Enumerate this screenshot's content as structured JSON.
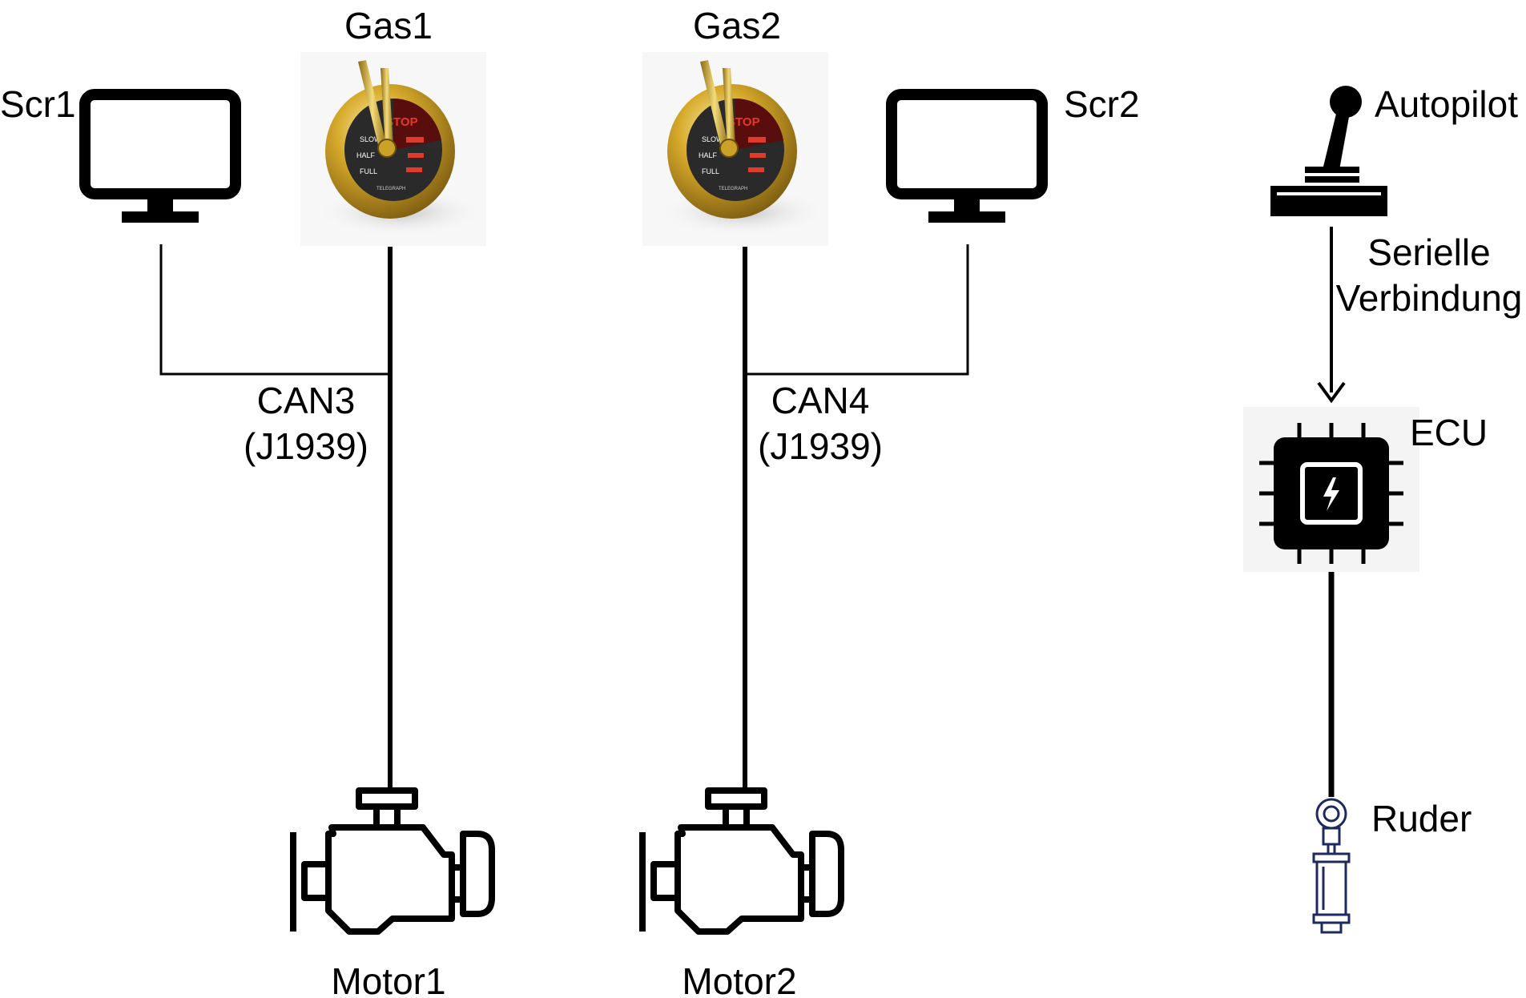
{
  "labels": {
    "scr1": "Scr1",
    "gas1": "Gas1",
    "gas2": "Gas2",
    "scr2": "Scr2",
    "autopilot": "Autopilot",
    "serial_line1": "Serielle",
    "serial_line2": "Verbindung",
    "can3_line1": "CAN3",
    "can3_line2": "(J1939)",
    "can4_line1": "CAN4",
    "can4_line2": "(J1939)",
    "ecu": "ECU",
    "motor1": "Motor1",
    "motor2": "Motor2",
    "ruder": "Ruder"
  },
  "telegraph_dial": {
    "stop": "STOP",
    "slow": "SLOW",
    "half": "HALF",
    "full": "FULL",
    "brand": "TELEGRAPH"
  },
  "colors": {
    "line": "#000000",
    "telegraph_brass": "#c9a227",
    "telegraph_face": "#2a2a2a",
    "telegraph_stop": "#e23a2a",
    "rudder_outline": "#1e2a5e"
  },
  "icons": {
    "scr1": "monitor-icon",
    "scr2": "monitor-icon",
    "gas1": "engine-telegraph-icon",
    "gas2": "engine-telegraph-icon",
    "autopilot": "joystick-icon",
    "ecu": "chip-icon",
    "motor1": "engine-icon",
    "motor2": "engine-icon",
    "ruder": "hydraulic-cylinder-icon"
  }
}
